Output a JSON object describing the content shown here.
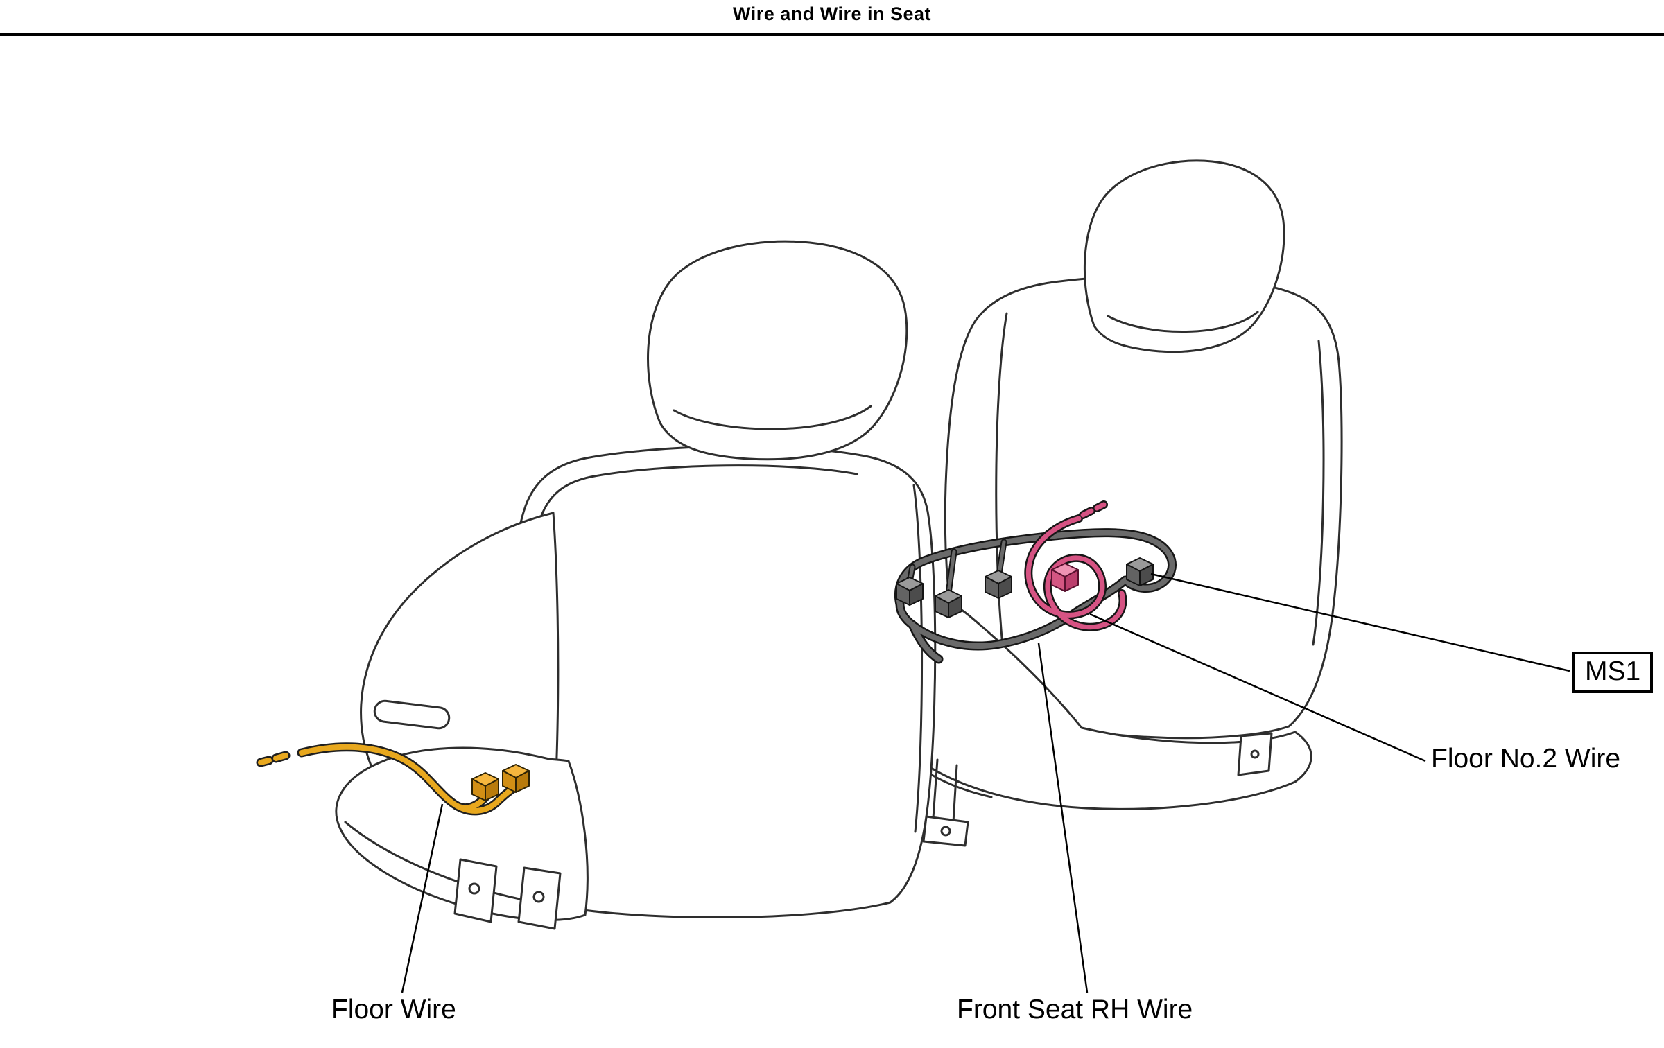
{
  "header": {
    "title": "Wire and Wire in Seat"
  },
  "callouts": {
    "ms1": "MS1",
    "floor_no2_wire": "Floor No.2 Wire",
    "front_seat_rh_wire": "Front Seat RH Wire",
    "floor_wire": "Floor Wire"
  },
  "colors": {
    "outline": "#2e2e2e",
    "leader_line": "#000000",
    "floor_wire": "#e8a81e",
    "floor_no2_wire": "#d65383",
    "front_seat_rh_wire": "#6a6a6a"
  }
}
